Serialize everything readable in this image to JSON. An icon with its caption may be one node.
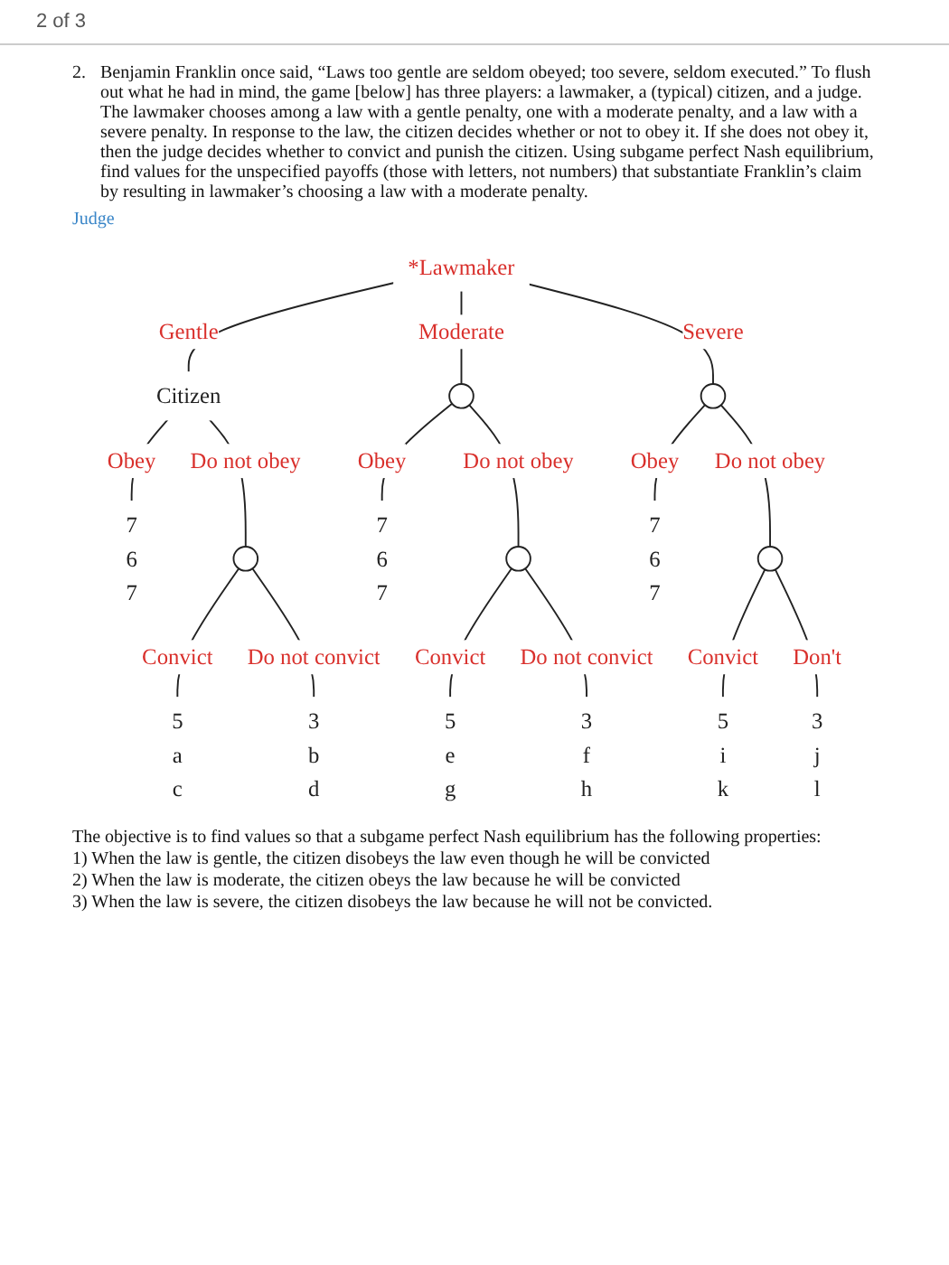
{
  "diagram": {
    "nodes": [
      {
        "text": [
          "*Lawmaker"
        ]
      },
      {
        "text": [
          "Citizen"
        ]
      },
      {
        "text": [],
        "shape": "circle"
      },
      {
        "text": [],
        "shape": "circle"
      },
      {
        "text": [
          "7",
          "6",
          "7"
        ]
      },
      {
        "text": [],
        "shape": "circle"
      },
      {
        "text": [
          "7",
          "6",
          "7"
        ]
      },
      {
        "text": [],
        "shape": "circle"
      },
      {
        "text": [
          "7",
          "6",
          "7"
        ]
      },
      {
        "text": [],
        "shape": "circle"
      },
      {
        "text": [
          "5",
          "a",
          "c"
        ]
      },
      {
        "text": [
          "3",
          "b",
          "d"
        ]
      },
      {
        "text": [
          "5",
          "e",
          "g"
        ]
      },
      {
        "text": [
          "3",
          "f",
          "h"
        ]
      },
      {
        "text": [
          "5",
          "i",
          "k"
        ]
      },
      {
        "text": [
          "3",
          "j",
          "l"
        ]
      }
    ],
    "edges": [
      {
        "from": 0,
        "to": 1,
        "arrow": "none",
        "label": "Gentle"
      },
      {
        "from": 0,
        "to": 2,
        "arrow": "none",
        "label": "Moderate"
      },
      {
        "from": 0,
        "to": 3,
        "arrow": "none",
        "label": "Severe"
      },
      {
        "from": 1,
        "to": 4,
        "arrow": "none",
        "label": "Obey"
      },
      {
        "from": 1,
        "to": 5,
        "arrow": "none",
        "label": "Do not obey"
      },
      {
        "from": 2,
        "to": 6,
        "arrow": "none",
        "label": "Obey"
      },
      {
        "from": 2,
        "to": 7,
        "arrow": "none",
        "label": "Do not obey"
      },
      {
        "from": 3,
        "to": 8,
        "arrow": "none",
        "label": "Obey"
      },
      {
        "from": 3,
        "to": 9,
        "arrow": "none",
        "label": "Do not obey"
      },
      {
        "from": 5,
        "to": 10,
        "arrow": "none",
        "label": "Convict"
      },
      {
        "from": 5,
        "to": 11,
        "arrow": "none",
        "label": "Do not convict"
      },
      {
        "from": 7,
        "to": 12,
        "arrow": "none",
        "label": "Convict"
      },
      {
        "from": 7,
        "to": 13,
        "arrow": "none",
        "label": "Do not convict"
      },
      {
        "from": 9,
        "to": 14,
        "arrow": "none",
        "label": "Convict"
      },
      {
        "from": 9,
        "to": 15,
        "arrow": "none",
        "label": "Don't"
      }
    ],
    "labels": [
      "2 of 3",
      "2.",
      "Benjamin Franklin once said, “Laws too gentle are seldom obeyed; too severe, seldom executed.” To flush out what he had in mind, the game [below] has three players: a lawmaker, a (typical) citizen, and a judge. The lawmaker chooses among a law with a gentle penalty, one with a moderate penalty, and a law with a severe penalty. In response to the law, the citizen decides whether or not to obey it. If she does not obey it, then the judge decides whether to convict and punish the citizen. Using subgame perfect Nash equilibrium, find values for the unspecified payoffs (those with letters, not numbers) that substantiate Franklin’s claim by resulting in lawmaker’s choosing a law with a moderate penalty.",
      "Judge",
      "The objective is to find values so that a subgame perfect Nash equilibrium has the following properties:",
      "1) When the law is gentle, the citizen disobeys the law even though he will be convicted",
      "2) When the law is moderate, the citizen obeys the law because he will be convicted",
      "3) When the law is severe, the citizen disobeys the law because he will not be convicted."
    ]
  }
}
